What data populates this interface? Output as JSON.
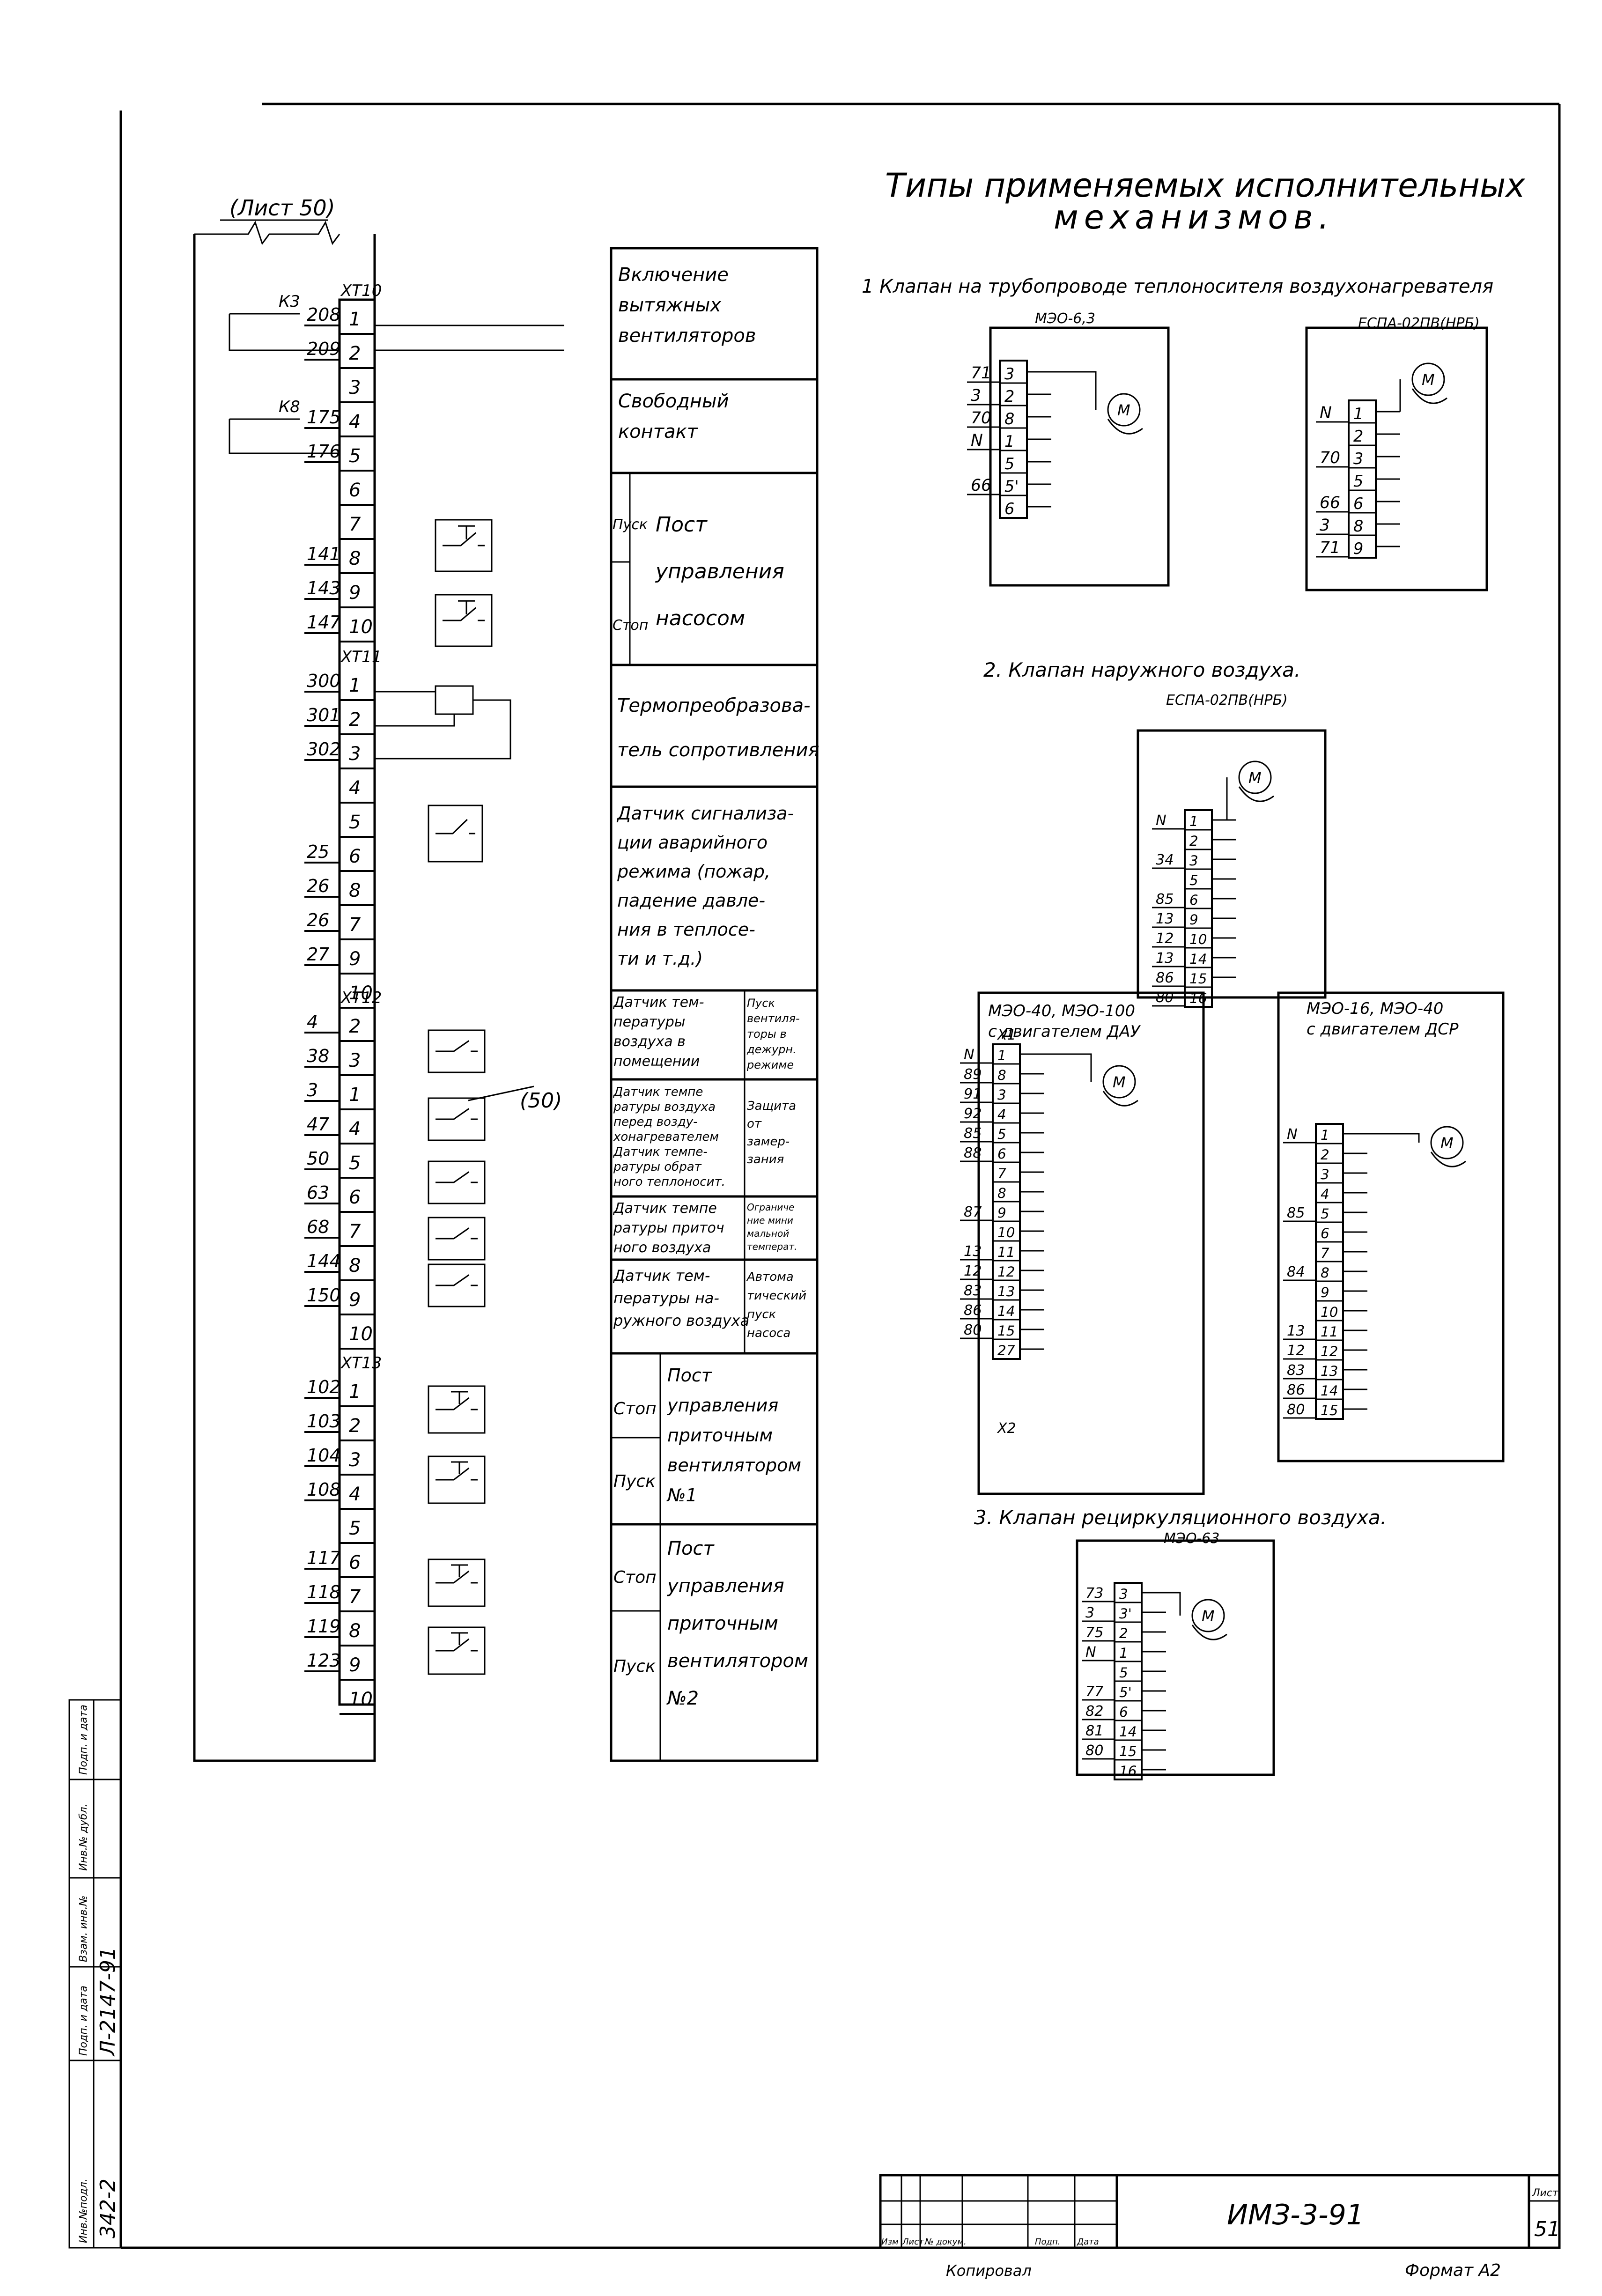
{
  "sheet_ref": "(Лист 50)",
  "title": [
    "Типы   применяемых исполнительных",
    "механизмов."
  ],
  "terminals": {
    "xt10": {
      "label": "XT10",
      "rows": [
        {
          "num": "1",
          "wire": "208"
        },
        {
          "num": "2",
          "wire": "209"
        },
        {
          "num": "3",
          "wire": ""
        },
        {
          "num": "4",
          "wire": "175"
        },
        {
          "num": "5",
          "wire": "176"
        },
        {
          "num": "6",
          "wire": ""
        },
        {
          "num": "7",
          "wire": ""
        },
        {
          "num": "8",
          "wire": "141"
        },
        {
          "num": "9",
          "wire": "143"
        },
        {
          "num": "10",
          "wire": "147"
        }
      ],
      "relays": [
        "К3",
        "К8"
      ]
    },
    "xt11": {
      "label": "XT11",
      "rows": [
        {
          "num": "1",
          "wire": "300"
        },
        {
          "num": "2",
          "wire": "301"
        },
        {
          "num": "3",
          "wire": "302"
        },
        {
          "num": "4",
          "wire": ""
        },
        {
          "num": "5",
          "wire": ""
        },
        {
          "num": "6",
          "wire": "25"
        },
        {
          "num": "8",
          "wire": "26"
        },
        {
          "num": "7",
          "wire": "26"
        },
        {
          "num": "9",
          "wire": "27"
        },
        {
          "num": "10",
          "wire": ""
        }
      ]
    },
    "xt12": {
      "label": "XT12",
      "rows": [
        {
          "num": "2",
          "wire": "4"
        },
        {
          "num": "3",
          "wire": "38"
        },
        {
          "num": "1",
          "wire": "3"
        },
        {
          "num": "4",
          "wire": "47"
        },
        {
          "num": "5",
          "wire": "50"
        },
        {
          "num": "6",
          "wire": "63"
        },
        {
          "num": "7",
          "wire": "68"
        },
        {
          "num": "8",
          "wire": "144"
        },
        {
          "num": "9",
          "wire": "150"
        },
        {
          "num": "10",
          "wire": ""
        }
      ],
      "ref": "(50)"
    },
    "xt13": {
      "label": "XT13",
      "rows": [
        {
          "num": "1",
          "wire": "102"
        },
        {
          "num": "2",
          "wire": "103"
        },
        {
          "num": "3",
          "wire": "104"
        },
        {
          "num": "4",
          "wire": "108"
        },
        {
          "num": "5",
          "wire": ""
        },
        {
          "num": "6",
          "wire": "117"
        },
        {
          "num": "7",
          "wire": "118"
        },
        {
          "num": "8",
          "wire": "119"
        },
        {
          "num": "9",
          "wire": "123"
        },
        {
          "num": "10",
          "wire": ""
        }
      ]
    }
  },
  "legend": {
    "b1": [
      "Включение",
      "вытяжных",
      "вентиляторов"
    ],
    "b2": [
      "Свободный",
      "контакт"
    ],
    "b3": {
      "left": [
        "Пуск",
        "Стоп"
      ],
      "right": [
        "Пост",
        "управления",
        "насосом"
      ]
    },
    "b4": [
      "Термопреобразова-",
      "тель сопротивления"
    ],
    "b5": [
      "Датчик сигнализа-",
      "ции аварийного",
      "режима (пожар,",
      "падение давле-",
      "ния в теплосе-",
      "ти   и т.д.)"
    ],
    "b6": {
      "left": [
        "Датчик тем-",
        "пературы",
        "воздуха в",
        "помещении"
      ],
      "right": [
        "Пуск",
        "вентиля-",
        "торы в",
        "дежурн.",
        "режиме"
      ]
    },
    "b7": {
      "left": [
        "Датчик темпе",
        "ратуры воздуха",
        "перед возду-",
        "хонагревателем",
        "Датчик темпе-",
        "ратуры обрат",
        "ного теплоносит."
      ],
      "right": [
        "Защита",
        "от",
        "замер-",
        "зания"
      ]
    },
    "b8": {
      "left": [
        "Датчик темпе",
        "ратуры приточ",
        "ного воздуха"
      ],
      "right": [
        "Ограниче",
        "ние мини",
        "мальной",
        "температ."
      ]
    },
    "b9": {
      "left": [
        "Датчик тем-",
        "пературы на-",
        "ружного воздуха"
      ],
      "right": [
        "Автома",
        "тический",
        "пуск",
        "насоса"
      ]
    },
    "b10": {
      "left": [
        "Стоп",
        "Пуск"
      ],
      "right": [
        "Пост",
        "управления",
        "приточным",
        "вентилятором",
        "№1"
      ]
    },
    "b11": {
      "left": [
        "Стоп",
        "Пуск"
      ],
      "right": [
        "Пост",
        "управления",
        "приточным",
        "вентилятором",
        "№2"
      ]
    }
  },
  "mech": {
    "s1": "1   Клапан   на трубопроводе теплоносителя воздухонагревателя",
    "m1": {
      "name": "МЭО-6,3",
      "wires": [
        "71",
        "3",
        "70",
        "N",
        "",
        "66"
      ],
      "pins": [
        "3",
        "2",
        "8",
        "1",
        "5",
        "5'",
        "6"
      ]
    },
    "m2": {
      "name": "ЕСПА-02ПВ(НРБ)",
      "wires": [
        "N",
        "",
        "70",
        "",
        "66",
        "3",
        "71"
      ],
      "pins": [
        "1",
        "2",
        "3",
        "5",
        "6",
        "8",
        "9"
      ]
    },
    "s2": "2. Клапан наружного воздуха.",
    "m3": {
      "name": "ЕСПА-02ПВ(НРБ)",
      "wires": [
        "N",
        "",
        "34",
        "",
        "85",
        "13",
        "12",
        "13",
        "86",
        "80"
      ],
      "pins": [
        "1",
        "2",
        "3",
        "5",
        "6",
        "9",
        "10",
        "14",
        "15",
        "16"
      ]
    },
    "m4": {
      "name": [
        "МЭО-40, МЭО-100",
        "с двигателем ДАУ"
      ],
      "conn1": "X1",
      "conn2": "X2",
      "wires": [
        "N",
        "89",
        "91",
        "92",
        "85",
        "88",
        "",
        "",
        "87",
        "",
        "13",
        "12",
        "83",
        "86",
        "80",
        ""
      ],
      "pins": [
        "1",
        "8",
        "3",
        "4",
        "5",
        "6",
        "7",
        "8",
        "9",
        "10",
        "11",
        "12",
        "13",
        "14",
        "15",
        "27"
      ]
    },
    "m5": {
      "name": [
        "МЭО-16, МЭО-40",
        "с двигателем ДСР"
      ],
      "wires": [
        "N",
        "",
        "",
        "",
        "85",
        "",
        "",
        "84",
        "",
        "",
        "13",
        "12",
        "83",
        "86",
        "80"
      ],
      "pins": [
        "1",
        "2",
        "3",
        "4",
        "5",
        "6",
        "7",
        "8",
        "9",
        "10",
        "11",
        "12",
        "13",
        "14",
        "15"
      ]
    },
    "s3": "3. Клапан рециркуляционного воздуха.",
    "m6": {
      "name": "МЭО-63",
      "wires": [
        "73",
        "3",
        "75",
        "N",
        "",
        "77",
        "82",
        "81",
        "80"
      ],
      "pins": [
        "3",
        "3'",
        "2",
        "1",
        "5",
        "5'",
        "6",
        "14",
        "15",
        "16"
      ]
    },
    "motor": "М"
  },
  "stamp": {
    "number": "ИМЗ-3-91",
    "sheet_label": "Лист",
    "sheet": "51",
    "cols": [
      "Изм",
      "Лист",
      "№ докум.",
      "Подп.",
      "Дата"
    ],
    "copied": "Копировал",
    "format": "Формат А2",
    "side": [
      "Инв.№подл.",
      "Подп. и дата",
      "Взам. инв.№",
      "Инв.№ дубл.",
      "Подп. и дата"
    ],
    "inv": "342-2",
    "sign": "Л-2147-91"
  }
}
